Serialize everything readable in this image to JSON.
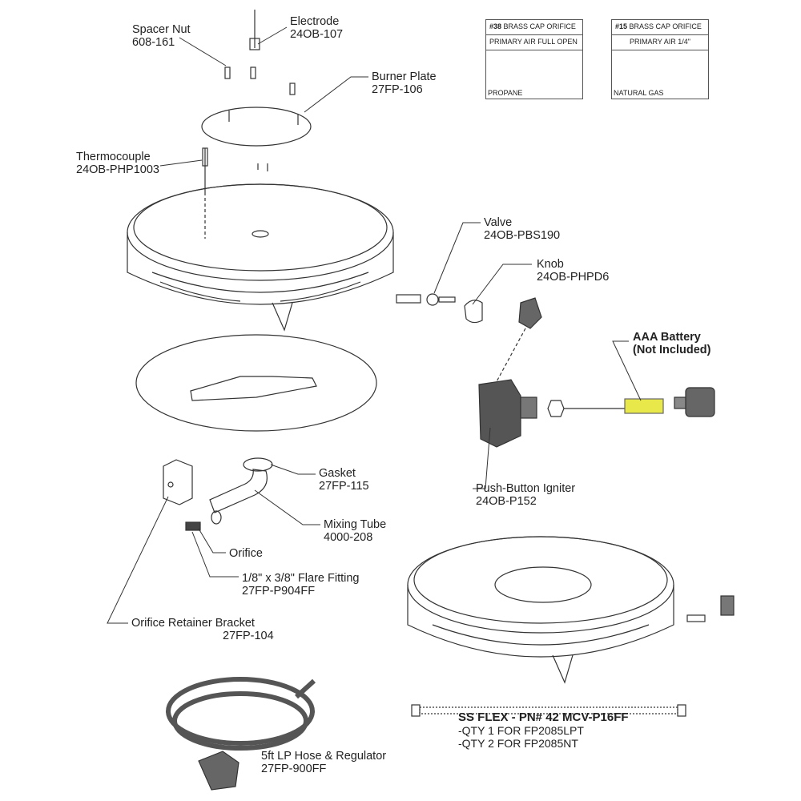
{
  "orifice_tables": [
    {
      "orifice_number": "#38",
      "orifice_label": "BRASS CAP ORIFICE",
      "primary_air": "PRIMARY AIR FULL OPEN",
      "gas": "PROPANE"
    },
    {
      "orifice_number": "#15",
      "orifice_label": "BRASS CAP ORIFICE",
      "primary_air": "PRIMARY AIR 1/4\"",
      "gas": "NATURAL GAS"
    }
  ],
  "parts": {
    "spacer_nut": {
      "name": "Spacer Nut",
      "pn": "608-161"
    },
    "electrode": {
      "name": "Electrode",
      "pn": "24OB-107"
    },
    "burner_plate": {
      "name": "Burner Plate",
      "pn": "27FP-106"
    },
    "thermocouple": {
      "name": "Thermocouple",
      "pn": "24OB-PHP1003"
    },
    "valve": {
      "name": "Valve",
      "pn": "24OB-PBS190"
    },
    "knob": {
      "name": "Knob",
      "pn": "24OB-PHPD6"
    },
    "battery": {
      "name": "AAA Battery",
      "note": "(Not Included)"
    },
    "igniter": {
      "name": "Push-Button Igniter",
      "pn": "24OB-P152"
    },
    "gasket": {
      "name": "Gasket",
      "pn": "27FP-115"
    },
    "mixing_tube": {
      "name": "Mixing Tube",
      "pn": "4000-208"
    },
    "orifice": {
      "name": "Orifice"
    },
    "flare_fitting": {
      "name": "1/8\" x 3/8\" Flare Fitting",
      "pn": "27FP-P904FF"
    },
    "bracket": {
      "name": "Orifice Retainer Bracket",
      "pn": "27FP-104"
    },
    "hose": {
      "name": "5ft LP Hose & Regulator",
      "pn": "27FP-900FF"
    }
  },
  "ss_flex": {
    "title": "SS FLEX - PN# 42 MCV-P16FF",
    "lines": [
      "-QTY 1 FOR FP2085LPT",
      "-QTY 2 FOR FP2085NT"
    ]
  },
  "colors": {
    "battery": "#e8e84a",
    "line": "#333333",
    "igniter": "#555555"
  }
}
